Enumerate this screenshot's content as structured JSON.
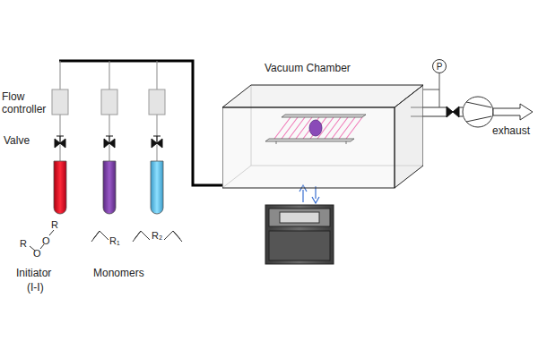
{
  "diagram": {
    "nodes": [
      {
        "text": [
          "Vacuum Chamber"
        ]
      },
      {
        "text": [
          "P"
        ]
      }
    ],
    "edges": [
      {
        "from": 1,
        "to": 0,
        "arrow": "none"
      }
    ],
    "labels": [
      "Flow controller",
      "Valve",
      "R",
      "O",
      "O",
      "R",
      "R₁",
      "R₂",
      "Initiator",
      "(I-I)",
      "Monomers",
      "exhaust"
    ]
  }
}
